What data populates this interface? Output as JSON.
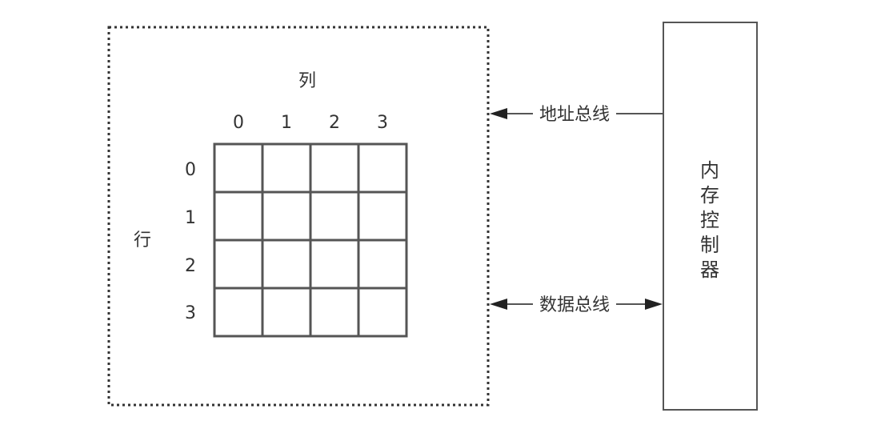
{
  "memory": {
    "column_title": "列",
    "row_title": "行",
    "column_labels": [
      "0",
      "1",
      "2",
      "3"
    ],
    "row_labels": [
      "0",
      "1",
      "2",
      "3"
    ],
    "rows": 4,
    "columns": 4
  },
  "buses": {
    "address_bus": "地址总线",
    "data_bus": "数据总线"
  },
  "controller": {
    "chars": [
      "内",
      "存",
      "控",
      "制",
      "器"
    ]
  },
  "colors": {
    "line": "#555555",
    "text": "#333333",
    "dotted_border": "#333333",
    "arrow": "#222222"
  }
}
